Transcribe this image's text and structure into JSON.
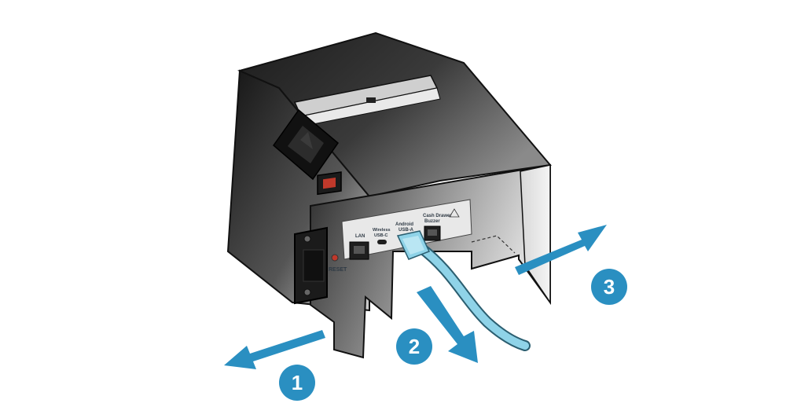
{
  "illustration": {
    "device": "receipt-printer-rear-view",
    "ports": {
      "lan": "LAN",
      "wireless_usb_c": [
        "Wireless",
        "USB-C"
      ],
      "android_usb_a": [
        "Android",
        "USB-A"
      ],
      "cash_drawer": [
        "Cash Drawer",
        "Buzzer"
      ],
      "reset": "RESET"
    },
    "steps": [
      {
        "number": "1",
        "direction": "left"
      },
      {
        "number": "2",
        "direction": "down"
      },
      {
        "number": "3",
        "direction": "right"
      }
    ],
    "colors": {
      "body_dark": "#1a1a1a",
      "body_mid": "#6e6e6e",
      "panel": "#e6e6e6",
      "cable": "#8fd3e8",
      "arrow": "#2a8fc1",
      "badge": "#2a8fc1"
    }
  }
}
